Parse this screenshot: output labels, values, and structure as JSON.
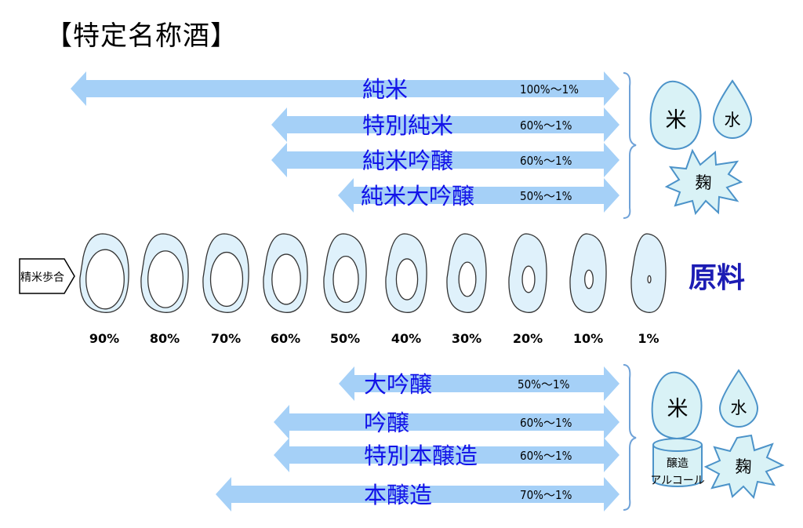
{
  "title": "【特定名称酒】",
  "pure_rice_group": [
    {
      "name": "純米",
      "ratio": "100%～1%"
    },
    {
      "name": "特別純米",
      "ratio": "60%～1%"
    },
    {
      "name": "純米吟醸",
      "ratio": "60%～1%"
    },
    {
      "name": "純米大吟醸",
      "ratio": "50%～1%"
    }
  ],
  "ingredients_top": {
    "rice": "米",
    "water": "水",
    "koji": "麹"
  },
  "polishing": {
    "label": "精米歩合",
    "ratios": [
      "90%",
      "80%",
      "70%",
      "60%",
      "50%",
      "40%",
      "30%",
      "20%",
      "10%",
      "1%"
    ]
  },
  "raw_materials_label": "原料",
  "brewed_alcohol_group": [
    {
      "name": "大吟醸",
      "ratio": "50%～1%"
    },
    {
      "name": "吟醸",
      "ratio": "60%～1%"
    },
    {
      "name": "特別本醸造",
      "ratio": "60%～1%"
    },
    {
      "name": "本醸造",
      "ratio": "70%～1%"
    }
  ],
  "ingredients_bottom": {
    "rice": "米",
    "water": "水",
    "alcohol_line1": "醸造",
    "alcohol_line2": "アルコール",
    "koji": "麹"
  },
  "colors": {
    "arrow": "#a5d0f7",
    "label_blue": "#1212e8",
    "grain_fill": "#dff1fb",
    "raw_label": "#1c1cb4"
  }
}
